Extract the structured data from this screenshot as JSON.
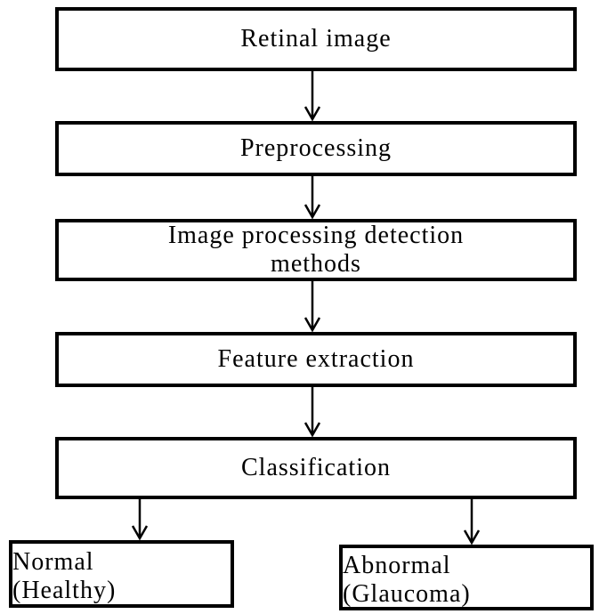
{
  "diagram": {
    "nodes": [
      {
        "id": "retinal",
        "lines": [
          "Retinal image"
        ]
      },
      {
        "id": "preproc",
        "lines": [
          "Preprocessing"
        ]
      },
      {
        "id": "detection",
        "lines": [
          "Image processing detection",
          "methods"
        ]
      },
      {
        "id": "feature",
        "lines": [
          "Feature extraction"
        ]
      },
      {
        "id": "classif",
        "lines": [
          "Classification"
        ]
      },
      {
        "id": "normal",
        "lines": [
          "Normal",
          "(Healthy)"
        ]
      },
      {
        "id": "abnormal",
        "lines": [
          "Abnormal",
          "(Glaucoma)"
        ]
      }
    ],
    "edges": [
      {
        "from": "retinal",
        "to": "preproc"
      },
      {
        "from": "preproc",
        "to": "detection"
      },
      {
        "from": "detection",
        "to": "feature"
      },
      {
        "from": "feature",
        "to": "classif"
      },
      {
        "from": "classif",
        "to": "normal"
      },
      {
        "from": "classif",
        "to": "abnormal"
      }
    ],
    "colors": {
      "stroke": "#000000",
      "fill": "#ffffff",
      "text": "#000000"
    }
  }
}
